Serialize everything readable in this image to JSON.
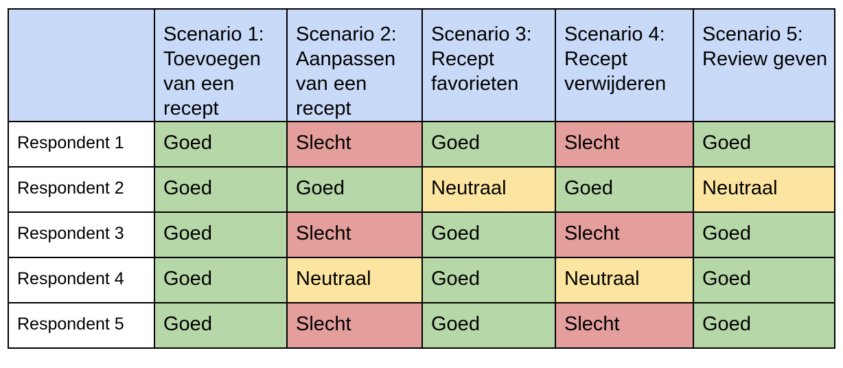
{
  "table": {
    "header": [
      "",
      "Scenario 1: Toevoegen van een recept",
      "Scenario 2: Aanpassen van een recept",
      "Scenario 3: Recept favorieten",
      "Scenario 4: Recept verwijderen",
      "Scenario 5: Review geven"
    ],
    "rows": [
      {
        "label": "Respondent 1",
        "cells": [
          "Goed",
          "Slecht",
          "Goed",
          "Slecht",
          "Goed"
        ]
      },
      {
        "label": "Respondent 2",
        "cells": [
          "Goed",
          "Goed",
          "Neutraal",
          "Goed",
          "Neutraal"
        ]
      },
      {
        "label": "Respondent 3",
        "cells": [
          "Goed",
          "Slecht",
          "Goed",
          "Slecht",
          "Goed"
        ]
      },
      {
        "label": "Respondent 4",
        "cells": [
          "Goed",
          "Neutraal",
          "Goed",
          "Neutraal",
          "Goed"
        ]
      },
      {
        "label": "Respondent 5",
        "cells": [
          "Goed",
          "Slecht",
          "Goed",
          "Slecht",
          "Goed"
        ]
      }
    ]
  },
  "colors": {
    "header_bg": "#c9daf8",
    "Goed": "#b6d7a8",
    "Slecht": "#e49e9c",
    "Neutraal": "#fce5a0",
    "row_label_bg": "#ffffff"
  }
}
